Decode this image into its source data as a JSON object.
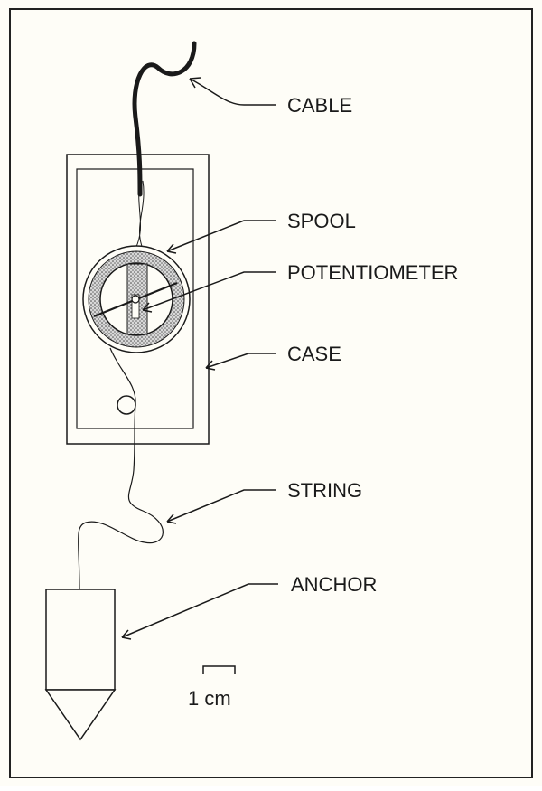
{
  "labels": {
    "cable": "CABLE",
    "spool": "SPOOL",
    "potentiometer": "POTENTIOMETER",
    "case": "CASE",
    "string": "STRING",
    "anchor": "ANCHOR"
  },
  "scale_bar": {
    "label": "1 cm"
  },
  "colors": {
    "paper": "#fefdf7",
    "ink": "#1a1a1a",
    "border": "#222222"
  }
}
